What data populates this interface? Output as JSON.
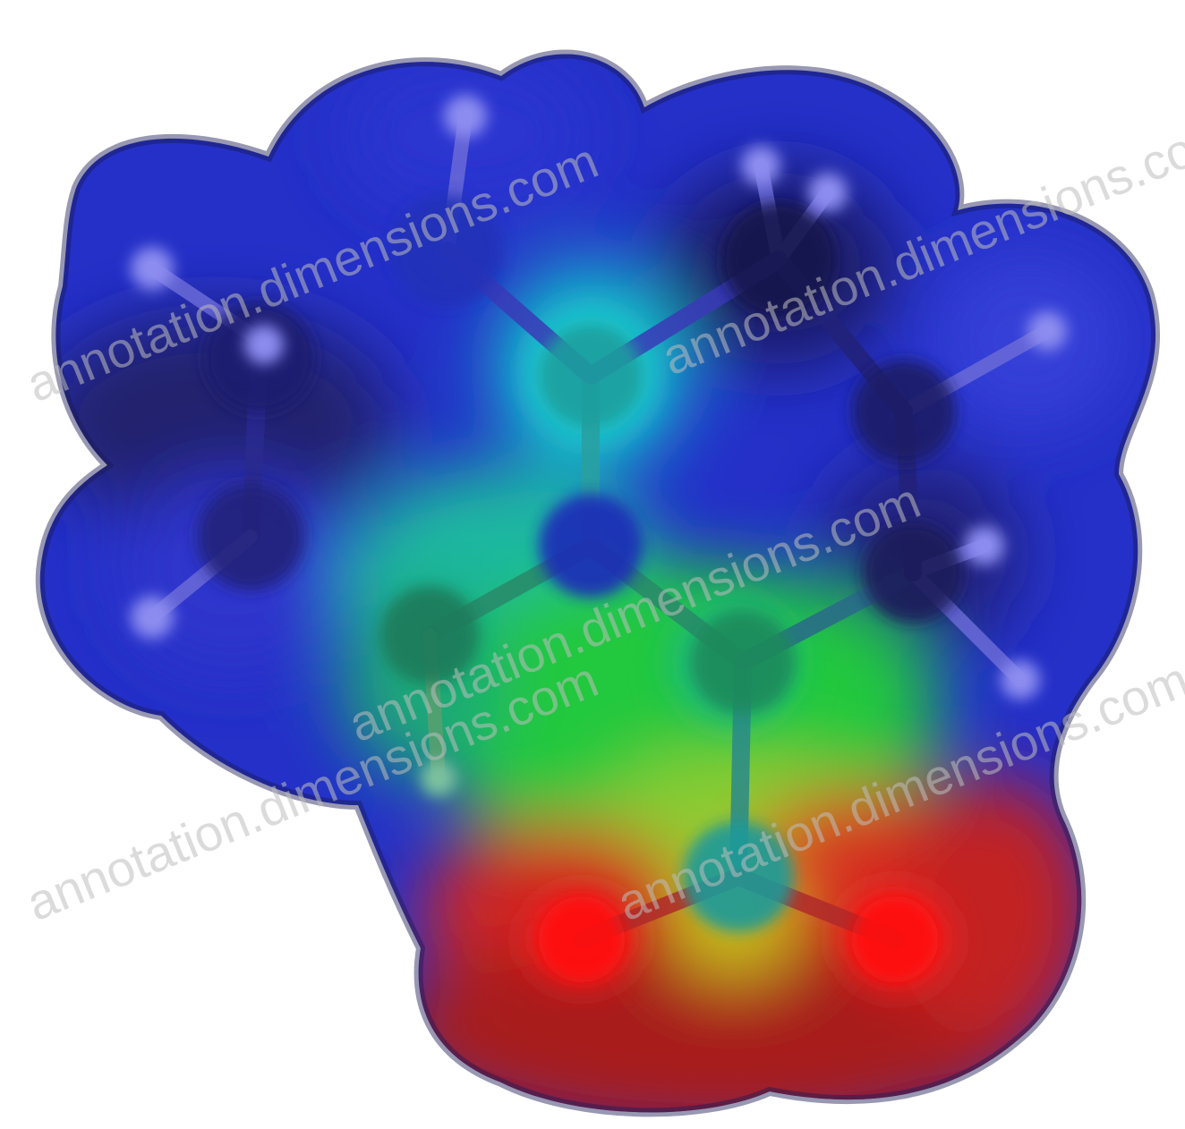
{
  "figure": {
    "description_type": "electrostatic-potential-map",
    "colors": {
      "background": "#ffffff",
      "surface_dark": "#22227a",
      "surface_blue": "#2a32d6",
      "surface_cyan": "#1fc4c0",
      "surface_green": "#22c83a",
      "surface_yellow": "#c8c21e",
      "surface_red": "#cf2020",
      "hydrogen": "#8c8cf0",
      "carbon_core": "#1a1a6a",
      "oxygen": "#ff1a1a"
    },
    "atoms": [
      {
        "id": "h1",
        "element": "H"
      },
      {
        "id": "h2",
        "element": "H"
      },
      {
        "id": "h3",
        "element": "H"
      },
      {
        "id": "h4",
        "element": "H"
      },
      {
        "id": "h5",
        "element": "H"
      },
      {
        "id": "h6",
        "element": "H"
      },
      {
        "id": "h7",
        "element": "H"
      },
      {
        "id": "h8",
        "element": "H"
      },
      {
        "id": "h9",
        "element": "H"
      },
      {
        "id": "c1",
        "element": "C"
      },
      {
        "id": "c2",
        "element": "C"
      },
      {
        "id": "c3",
        "element": "C"
      },
      {
        "id": "c4",
        "element": "C"
      },
      {
        "id": "c5",
        "element": "C"
      },
      {
        "id": "c6",
        "element": "C"
      },
      {
        "id": "c7",
        "element": "C"
      },
      {
        "id": "c8",
        "element": "C"
      },
      {
        "id": "c9",
        "element": "C"
      },
      {
        "id": "c10",
        "element": "C"
      },
      {
        "id": "o1",
        "element": "O"
      },
      {
        "id": "o2",
        "element": "O"
      }
    ]
  },
  "watermark": {
    "text": "annotation.dimensions.com"
  }
}
